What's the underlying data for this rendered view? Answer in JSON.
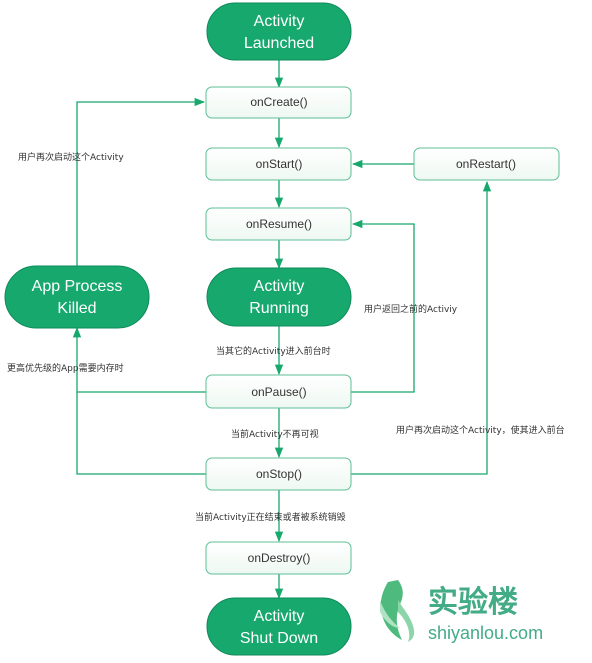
{
  "states": {
    "launched": [
      "Activity",
      "Launched"
    ],
    "running": [
      "Activity",
      "Running"
    ],
    "killed": [
      "App Process",
      "Killed"
    ],
    "shutdown": [
      "Activity",
      "Shut Down"
    ]
  },
  "methods": {
    "oncreate": "onCreate()",
    "onstart": "onStart()",
    "onresume": "onResume()",
    "onpause": "onPause()",
    "onstop": "onStop()",
    "ondestroy": "onDestroy()",
    "onrestart": "onRestart()"
  },
  "notes": {
    "relaunch_killed": "用户再次启动这个Activity",
    "return_prev": "用户返回之前的Activiy",
    "other_front": "当其它的Activity进入前台时",
    "higher_priority": "更高优先级的App需要内存时",
    "not_visible": "当前Activity不再可视",
    "relaunch_front": "用户再次启动这个Activity，使其进入前台",
    "finishing": "当前Activity正在结束或者被系统销毁"
  },
  "watermark": {
    "cn": "实验楼",
    "en": "shiyanlou.com"
  },
  "colors": {
    "accent": "#17a86e",
    "box_border": "#5cbf94",
    "watermark": "#2fa37a"
  }
}
